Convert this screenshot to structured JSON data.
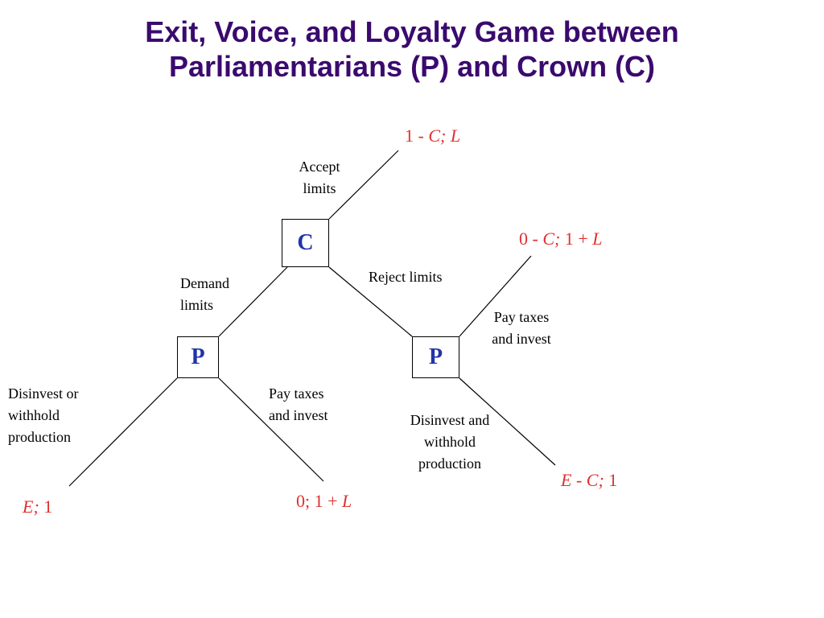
{
  "title": {
    "line1": "Exit, Voice, and Loyalty Game between",
    "line2": "Parliamentarians (P) and Crown (C)"
  },
  "colors": {
    "title": "#3a0a6e",
    "node_letter": "#2233aa",
    "payoff": "#e03030",
    "edge": "#000000"
  },
  "nodes": {
    "crown": "C",
    "parl_left": "P",
    "parl_right": "P"
  },
  "edges": {
    "accept_limits": "Accept\nlimits",
    "reject_limits": "Reject limits",
    "demand_limits": "Demand\nlimits",
    "right_pay_taxes": "Pay taxes\nand invest",
    "left_disinvest": "Disinvest or\nwithhold\nproduction",
    "left_pay_taxes": "Pay taxes\nand invest",
    "right_disinvest": "Disinvest and\nwithhold\nproduction"
  },
  "payoffs": {
    "accept": {
      "a": "1 - ",
      "b": "C; L"
    },
    "reject_pay": {
      "a": "0 - ",
      "b": "C;",
      "c": " 1 + ",
      "d": "L"
    },
    "reject_disinvest": {
      "a": "E",
      "b": " - ",
      "c": "C;",
      "d": " 1"
    },
    "left_disinvest": {
      "a": "E;",
      "b": " 1"
    },
    "left_pay": {
      "a": "0; 1 + ",
      "b": "L"
    }
  }
}
